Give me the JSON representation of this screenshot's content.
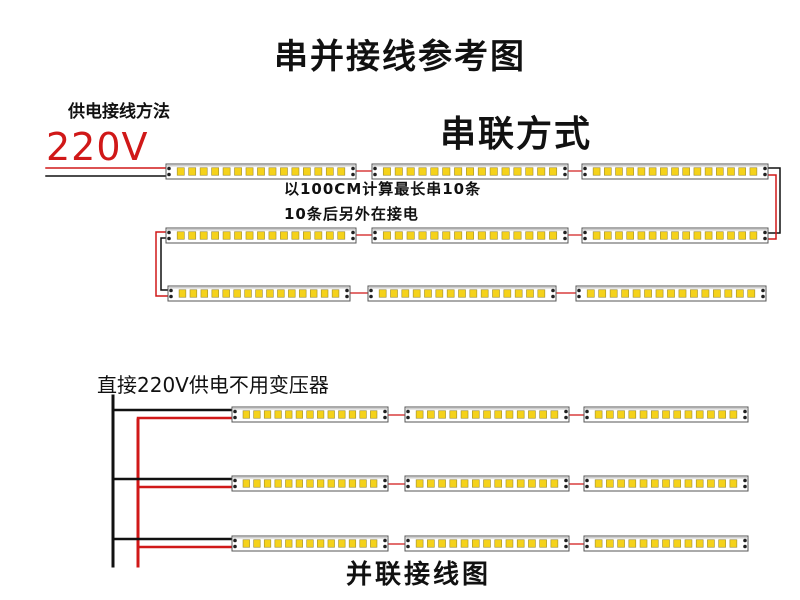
{
  "title": "串并接线参考图",
  "series": {
    "supply_label": "供电接线方法",
    "voltage": "220V",
    "heading": "串联方式",
    "note_1": "以100CM计算最长串10条",
    "note_2": "10条后另外在接电"
  },
  "parallel": {
    "note": "直接220V供电不用变压器",
    "heading": "并联接线图"
  },
  "colors": {
    "wire_red": "#d01818",
    "wire_black": "#111111",
    "led_yellow": "#f5d21a",
    "strip_border": "#555555"
  }
}
